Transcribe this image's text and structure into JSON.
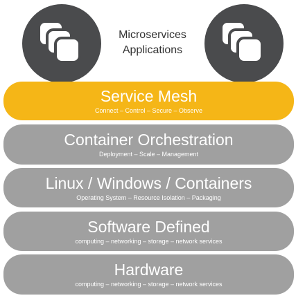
{
  "apps": {
    "label_line1": "Microservices",
    "label_line2": "Applications",
    "icon": "stacked-windows-icon",
    "circle_color": "#4a4b4d"
  },
  "layers": [
    {
      "title": "Service Mesh",
      "subtitle": "Connect – Control – Secure – Observe",
      "color": "#f5b617"
    },
    {
      "title": "Container Orchestration",
      "subtitle": "Deployment – Scale – Management",
      "color": "#a0a0a0"
    },
    {
      "title": "Linux / Windows / Containers",
      "subtitle": "Operating System – Resource Isolation – Packaging",
      "color": "#a0a0a0"
    },
    {
      "title": "Software Defined",
      "subtitle": "computing – networking – storage – network services",
      "color": "#a0a0a0"
    },
    {
      "title": "Hardware",
      "subtitle": "computing – networking – storage – network services",
      "color": "#a0a0a0"
    }
  ]
}
